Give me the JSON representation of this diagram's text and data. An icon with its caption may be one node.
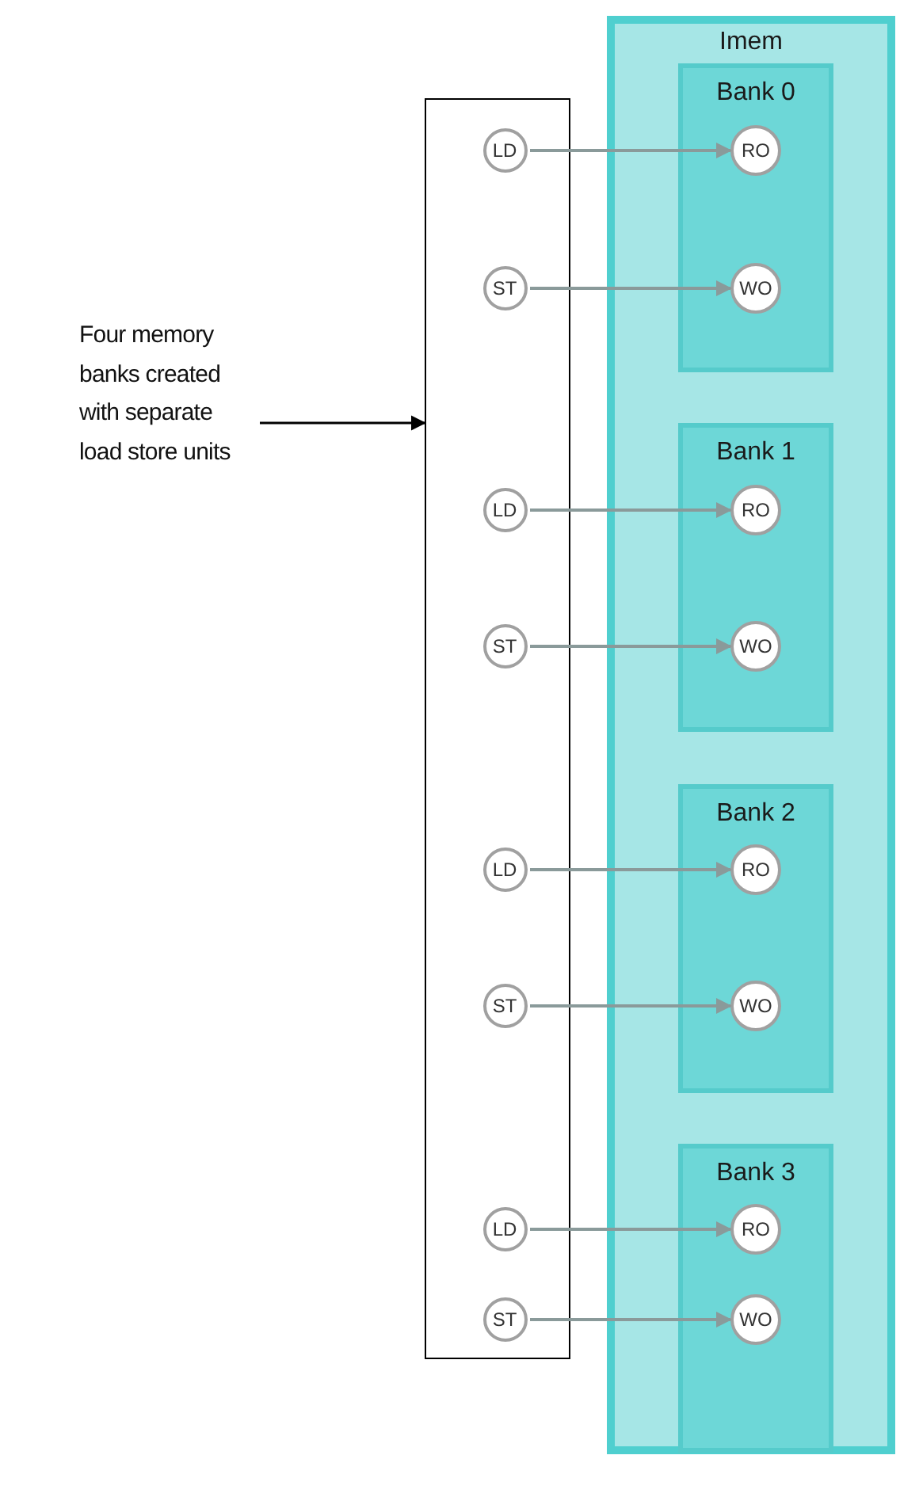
{
  "diagram": {
    "nodes": [
      {
        "text": [
          "Four memory banks created with separate load store units"
        ]
      },
      {
        "text": [],
        "shape": "box"
      },
      {
        "text": [
          "LD"
        ],
        "in": 1
      },
      {
        "text": [
          "ST"
        ],
        "in": 1
      },
      {
        "text": [
          "LD"
        ],
        "in": 1
      },
      {
        "text": [
          "ST"
        ],
        "in": 1
      },
      {
        "text": [
          "LD"
        ],
        "in": 1
      },
      {
        "text": [
          "ST"
        ],
        "in": 1
      },
      {
        "text": [
          "LD"
        ],
        "in": 1
      },
      {
        "text": [
          "ST"
        ],
        "in": 1
      },
      {
        "text": [
          "Imem"
        ]
      },
      {
        "text": [
          "Bank 0"
        ],
        "in": 10
      },
      {
        "text": [
          "RO"
        ],
        "in": 11
      },
      {
        "text": [
          "WO"
        ],
        "in": 11
      },
      {
        "text": [
          "Bank 1"
        ],
        "in": 10
      },
      {
        "text": [
          "RO"
        ],
        "in": 14
      },
      {
        "text": [
          "WO"
        ],
        "in": 14
      },
      {
        "text": [
          "Bank 2"
        ],
        "in": 10
      },
      {
        "text": [
          "RO"
        ],
        "in": 17
      },
      {
        "text": [
          "WO"
        ],
        "in": 17
      },
      {
        "text": [
          "Bank 3"
        ],
        "in": 10
      },
      {
        "text": [
          "RO"
        ],
        "in": 20
      },
      {
        "text": [
          "WO"
        ],
        "in": 20
      }
    ],
    "edges": [
      {
        "from": 0,
        "to": 1,
        "arrow": "to",
        "color": "#000000"
      },
      {
        "from": 2,
        "to": 12,
        "arrow": "to"
      },
      {
        "from": 3,
        "to": 13,
        "arrow": "to"
      },
      {
        "from": 4,
        "to": 15,
        "arrow": "to"
      },
      {
        "from": 5,
        "to": 16,
        "arrow": "to"
      },
      {
        "from": 6,
        "to": 18,
        "arrow": "to"
      },
      {
        "from": 7,
        "to": 19,
        "arrow": "to"
      },
      {
        "from": 8,
        "to": 21,
        "arrow": "to"
      },
      {
        "from": 9,
        "to": 22,
        "arrow": "to"
      }
    ]
  }
}
